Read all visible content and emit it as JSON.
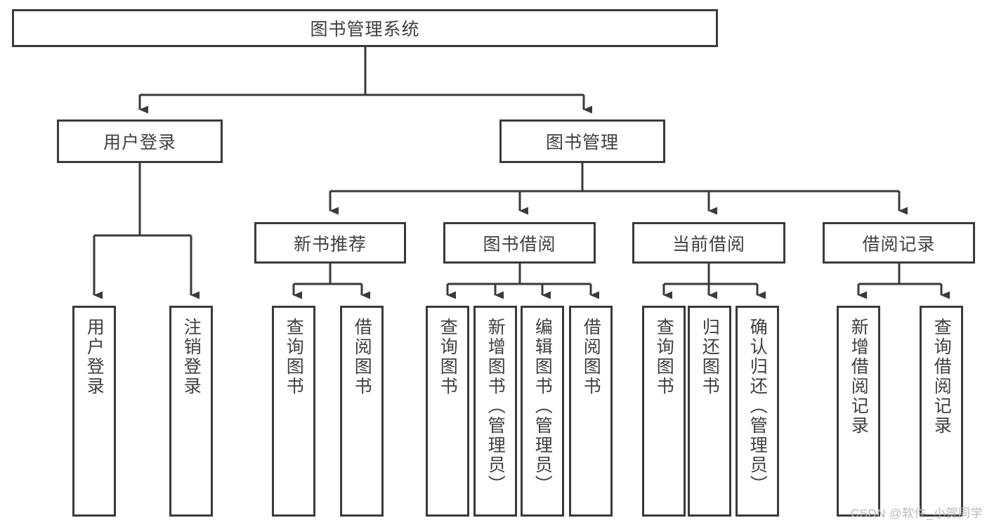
{
  "diagram": {
    "type": "hierarchy-tree",
    "title": "图书管理系统",
    "root": {
      "label": "图书管理系统"
    },
    "level2": [
      {
        "label": "用户登录"
      },
      {
        "label": "图书管理"
      }
    ],
    "level3": [
      {
        "label": "新书推荐"
      },
      {
        "label": "图书借阅"
      },
      {
        "label": "当前借阅"
      },
      {
        "label": "借阅记录"
      }
    ],
    "leaves": {
      "user_login": [
        {
          "label": "用户登录"
        },
        {
          "label": "注销登录"
        }
      ],
      "new_book_rec": [
        {
          "label": "查询图书"
        },
        {
          "label": "借阅图书"
        }
      ],
      "book_borrow": [
        {
          "label": "查询图书"
        },
        {
          "label": "新增图书（管理员）"
        },
        {
          "label": "编辑图书（管理员）"
        },
        {
          "label": "借阅图书"
        }
      ],
      "current_borrow": [
        {
          "label": "查询图书"
        },
        {
          "label": "归还图书"
        },
        {
          "label": "确认归还（管理员）"
        }
      ],
      "borrow_record": [
        {
          "label": "新增借阅记录"
        },
        {
          "label": "查询借阅记录"
        }
      ]
    }
  },
  "watermark": {
    "text": "CSDN @软件_小贺同学"
  },
  "colors": {
    "stroke": "#3a3a3a",
    "text": "#3f3f3f",
    "background": "#ffffff",
    "watermark": "#b9b9b9"
  }
}
